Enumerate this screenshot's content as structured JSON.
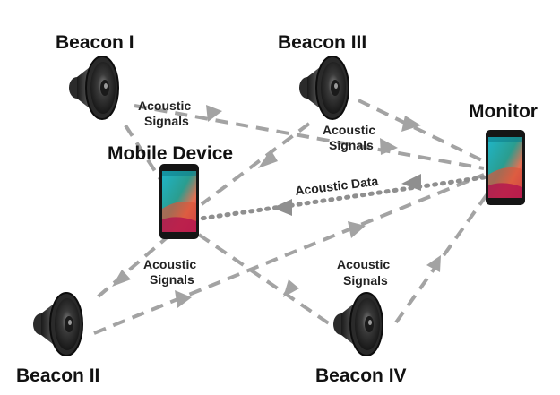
{
  "colors": {
    "link": "#a3a3a3",
    "link_dark": "#8f8f8f",
    "label": "#111111"
  },
  "nodes": {
    "beacon_1": {
      "label": "Beacon I",
      "icon": "speaker-icon"
    },
    "beacon_2": {
      "label": "Beacon II",
      "icon": "speaker-icon"
    },
    "beacon_3": {
      "label": "Beacon III",
      "icon": "speaker-icon"
    },
    "beacon_4": {
      "label": "Beacon IV",
      "icon": "speaker-icon"
    },
    "mobile_device": {
      "label": "Mobile Device",
      "icon": "smartphone-icon"
    },
    "monitor": {
      "label": "Monitor",
      "icon": "smartphone-icon"
    }
  },
  "edge_labels": {
    "top_left": [
      "Acoustic",
      "Signals"
    ],
    "top_right": [
      "Acoustic",
      "Signals"
    ],
    "center": "Acoustic Data",
    "bottom_left": [
      "Acoustic",
      "Signals"
    ],
    "bottom_right": [
      "Acoustic",
      "Signals"
    ]
  }
}
